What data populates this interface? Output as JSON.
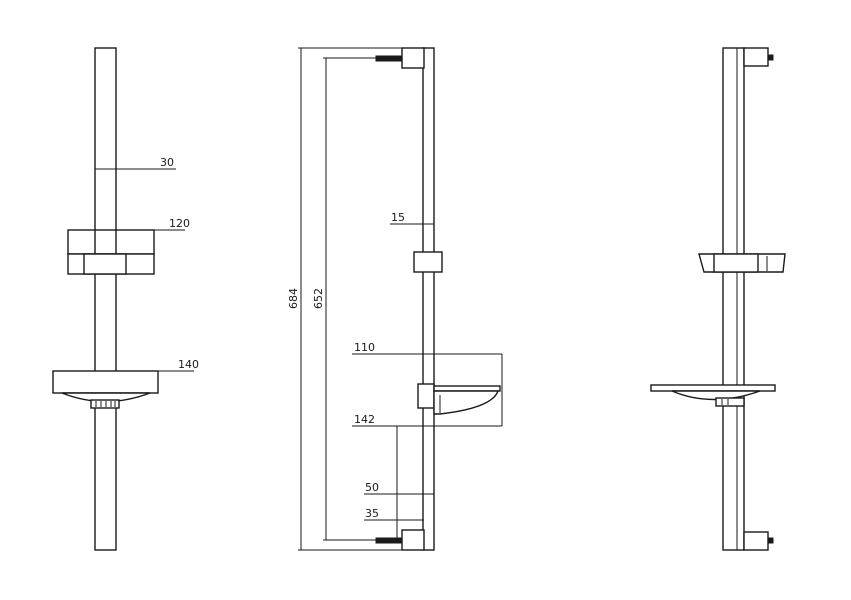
{
  "dimensions": {
    "front_width": "30",
    "holder_width": "120",
    "dish_width": "140",
    "total_height": "684",
    "mount_centers": "652",
    "rail_depth": "15",
    "dish_depth": "110",
    "dish_projection": "142",
    "bracket_depth": "50",
    "wall_offset": "35"
  }
}
